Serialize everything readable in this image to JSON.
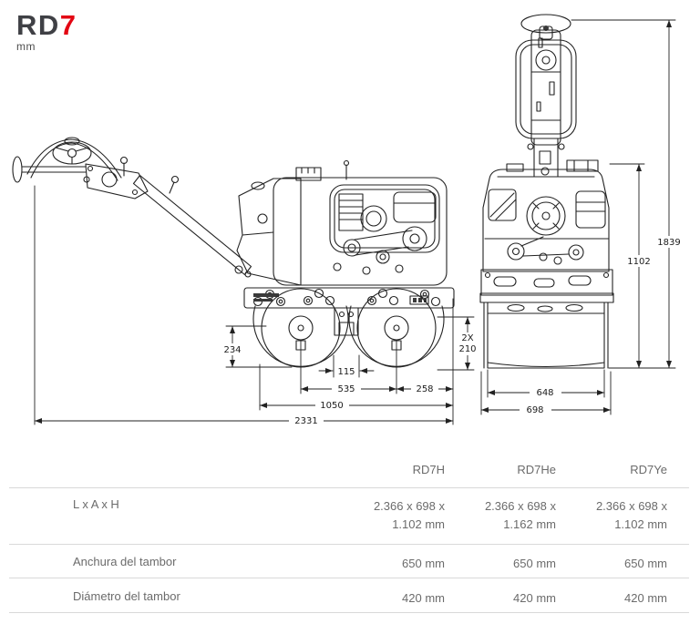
{
  "logo": {
    "series": "RD",
    "model": "7",
    "unit": "mm"
  },
  "diagram": {
    "side_view": {
      "dim_drum_center_height": "234",
      "dim_center_gap": "115",
      "dim_drum_spacing": "535",
      "dim_rear_offset": "258",
      "dim_body_length": "1050",
      "dim_overall_length": "2331",
      "dim_drum_radius_prefix": "2X",
      "dim_drum_radius": "210"
    },
    "rear_view": {
      "dim_drum_width": "648",
      "dim_overall_width": "698",
      "dim_body_height": "1102",
      "dim_overall_height": "1839"
    }
  },
  "table": {
    "column_headers": [
      "RD7H",
      "RD7He",
      "RD7Ye"
    ],
    "rows": [
      {
        "label": "L x A x H",
        "values": [
          {
            "line1": "2.366 x 698 x",
            "line2": "1.102 mm"
          },
          {
            "line1": "2.366 x 698 x",
            "line2": "1.162 mm"
          },
          {
            "line1": "2.366 x 698 x",
            "line2": "1.102 mm"
          }
        ]
      },
      {
        "label": "Anchura del tambor",
        "values": [
          {
            "line1": "650 mm"
          },
          {
            "line1": "650 mm"
          },
          {
            "line1": "650 mm"
          }
        ]
      },
      {
        "label": "Diámetro del tambor",
        "values": [
          {
            "line1": "420 mm"
          },
          {
            "line1": "420 mm"
          },
          {
            "line1": "420 mm"
          }
        ]
      }
    ]
  },
  "colors": {
    "accent_red": "#e30613",
    "logo_gray": "#3f4045",
    "table_text": "#6b6b6b",
    "divider": "#d9d9d9",
    "line_art": "#222222"
  }
}
